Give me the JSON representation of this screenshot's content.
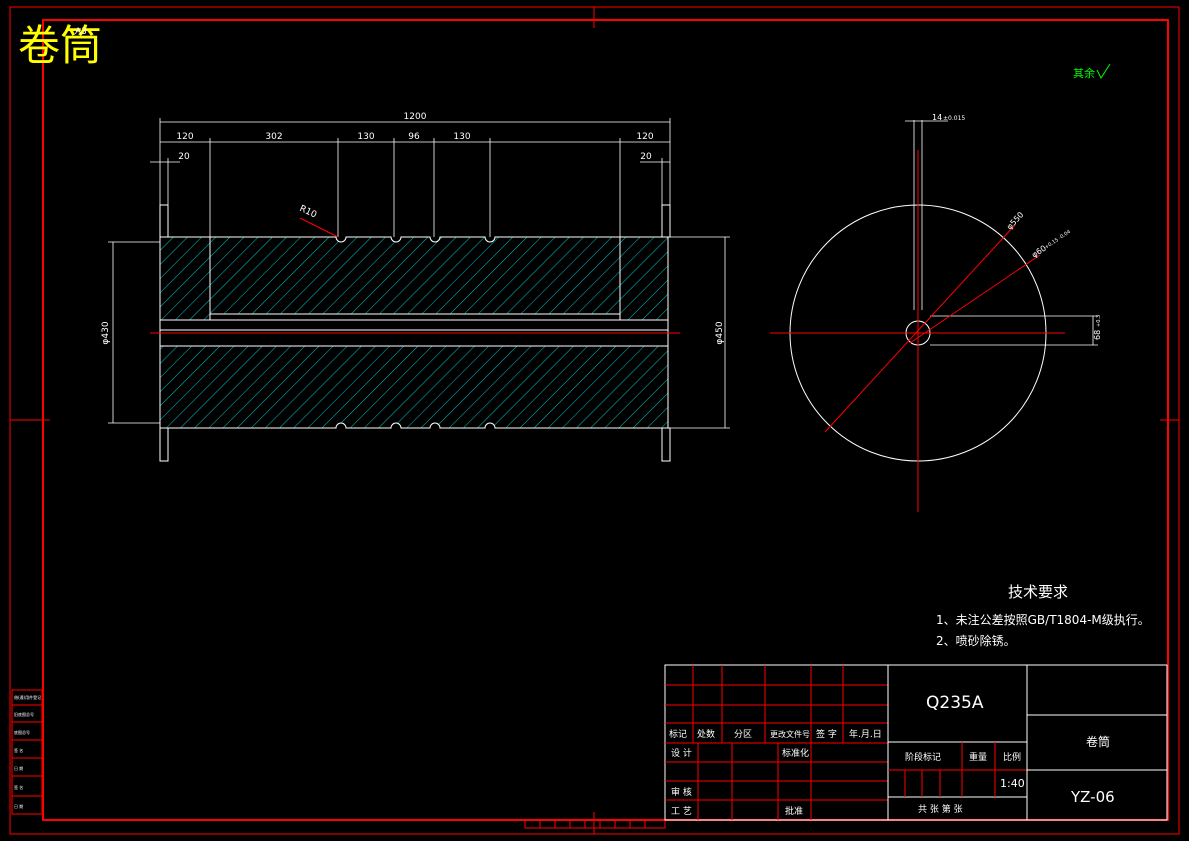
{
  "title": "卷筒",
  "sheet_size": "A3",
  "roughness_note": "其余",
  "dimensions": {
    "overall_length": "1200",
    "left_flange": "120",
    "groove_offset": "302",
    "groove_pitch_1": "130",
    "groove_pitch_2": "96",
    "groove_pitch_3": "130",
    "right_flange": "120",
    "left_flange_thickness": "20",
    "right_flange_thickness": "20",
    "groove_radius": "R10",
    "drum_diameter_left": "φ430",
    "drum_diameter_right": "φ450",
    "keyway_width": "14",
    "keyway_tolerance": "±0.015",
    "outer_diameter": "φ550",
    "bore_diameter": "φ60",
    "bore_tolerance": "+0.15 -0.04",
    "key_depth": "68",
    "key_depth_tolerance": "+0.3"
  },
  "technical_requirements": {
    "heading": "技术要求",
    "items": [
      "1、未注公差按照GB/T1804-M级执行。",
      "2、喷砂除锈。"
    ]
  },
  "title_block": {
    "material": "Q235A",
    "part_name": "卷筒",
    "drawing_number": "YZ-06",
    "scale": "1:40",
    "labels": {
      "mark": "标记",
      "count": "处数",
      "zone": "分区",
      "change_doc": "更改文件号",
      "signature": "签 字",
      "date": "年.月.日",
      "designer": "设 计",
      "standardization": "标准化",
      "reviewer": "审 核",
      "process": "工 艺",
      "approver": "批准",
      "stage_mark": "阶段标记",
      "weight": "重量",
      "scale_label": "比例",
      "sheets": "共    张  第    张"
    }
  },
  "side_strip_labels": [
    "借(通)用件登记",
    "旧底图总号",
    "底图总号",
    "签 名",
    "日 期",
    "签 名",
    "日 期"
  ],
  "colors": {
    "frame": "#ff0000",
    "outline": "#ffffff",
    "hatch": "#00c8c8",
    "title": "#ffff00",
    "note": "#00ff00"
  }
}
